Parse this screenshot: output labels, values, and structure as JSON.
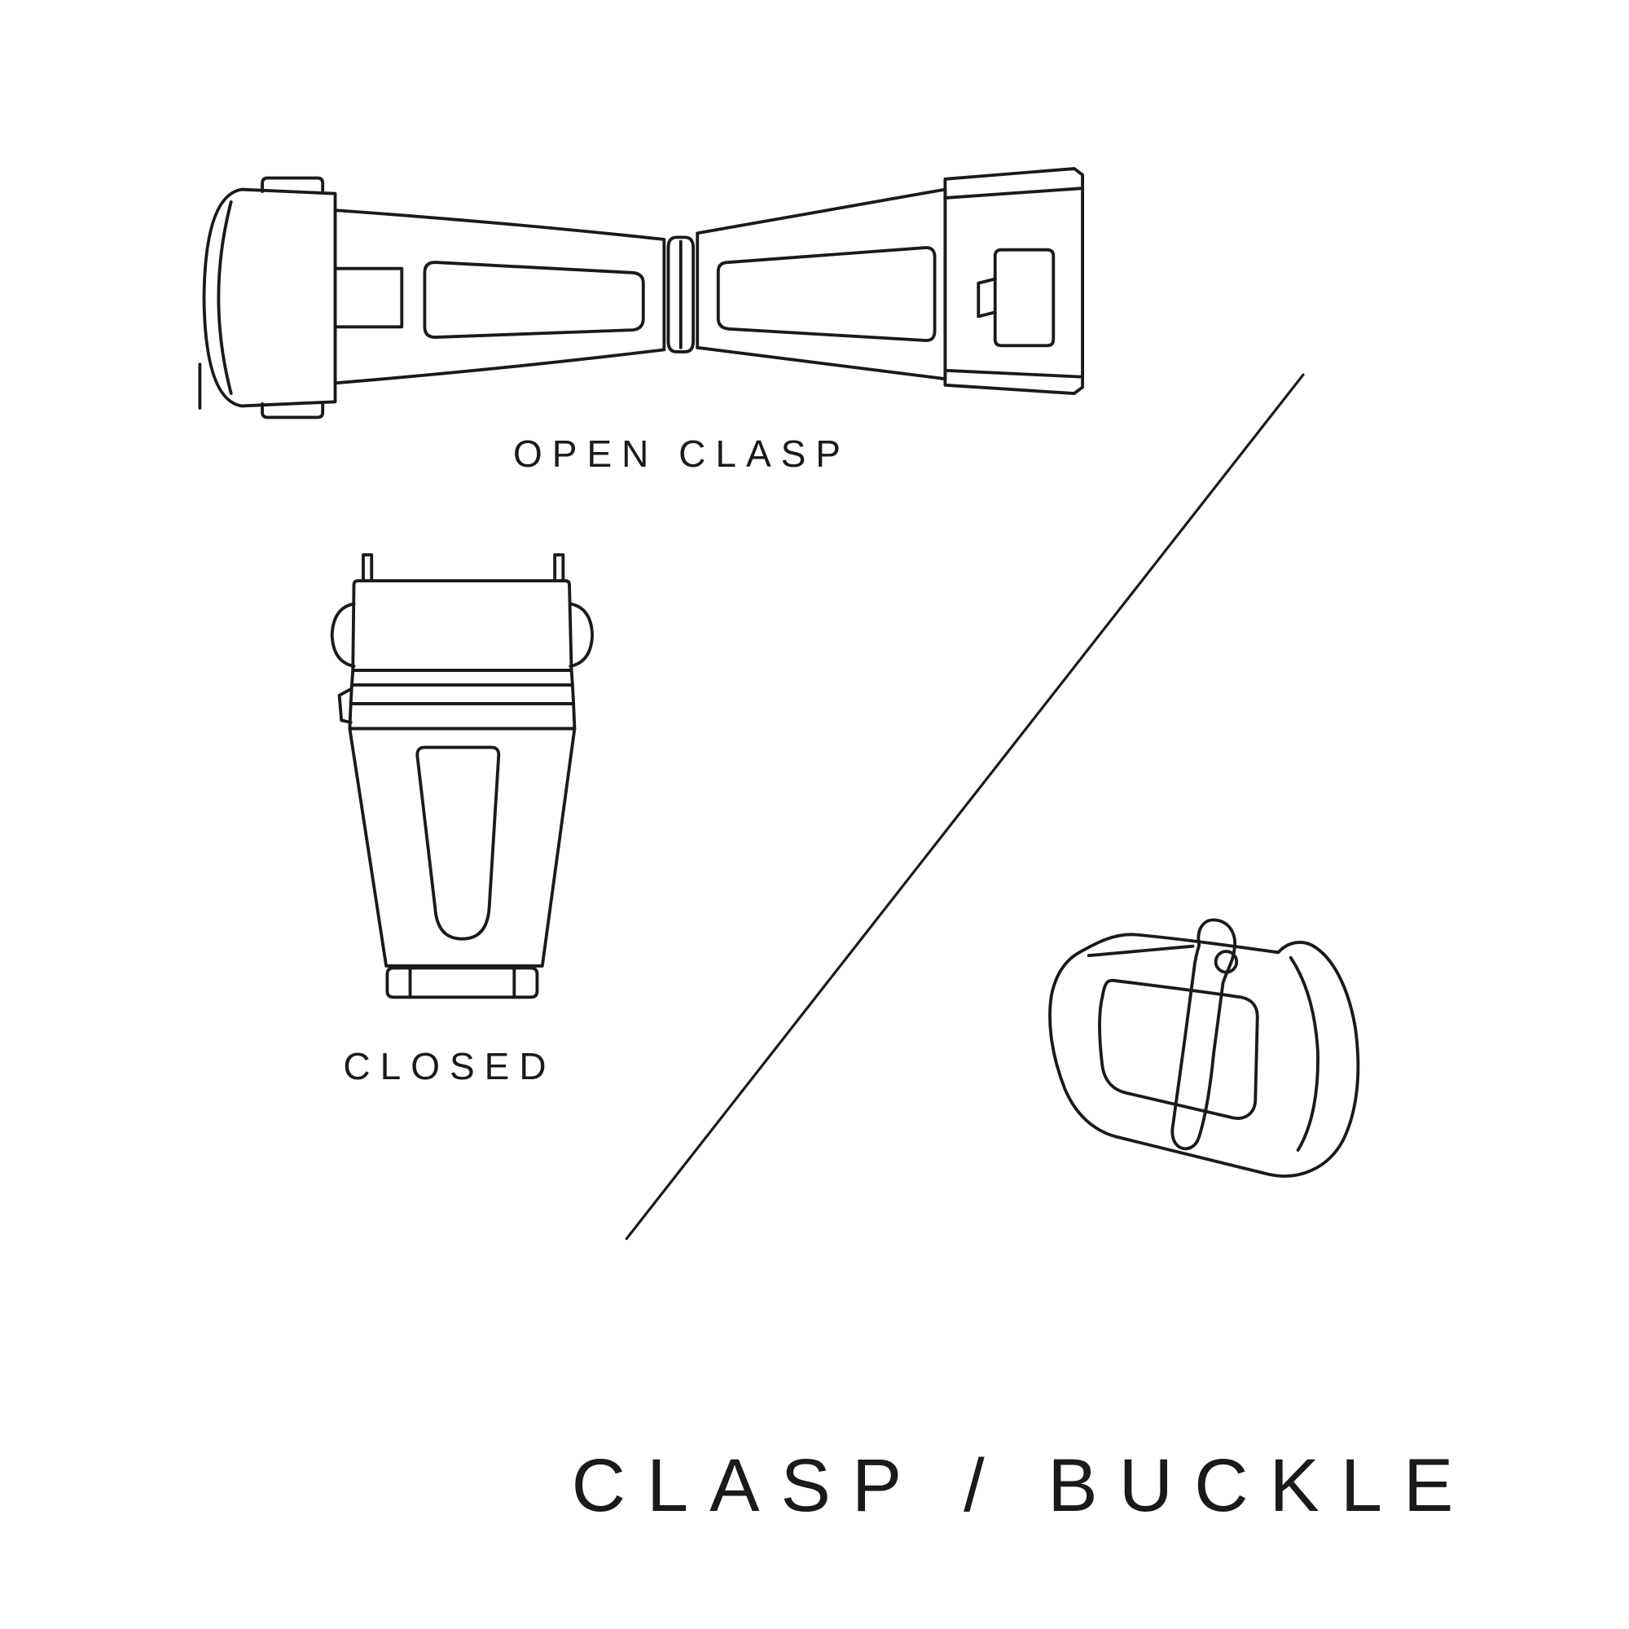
{
  "page": {
    "background_color": "#ffffff",
    "line_color": "#1a1a1a",
    "text_color": "#1a1a1a"
  },
  "diagram": {
    "title": "CLASP / BUCKLE",
    "labels": {
      "open_clasp": "OPEN CLASP",
      "closed": "CLOSED"
    },
    "icons": [
      "open-clasp-illustration",
      "closed-clasp-illustration",
      "buckle-illustration",
      "divider-line"
    ]
  }
}
